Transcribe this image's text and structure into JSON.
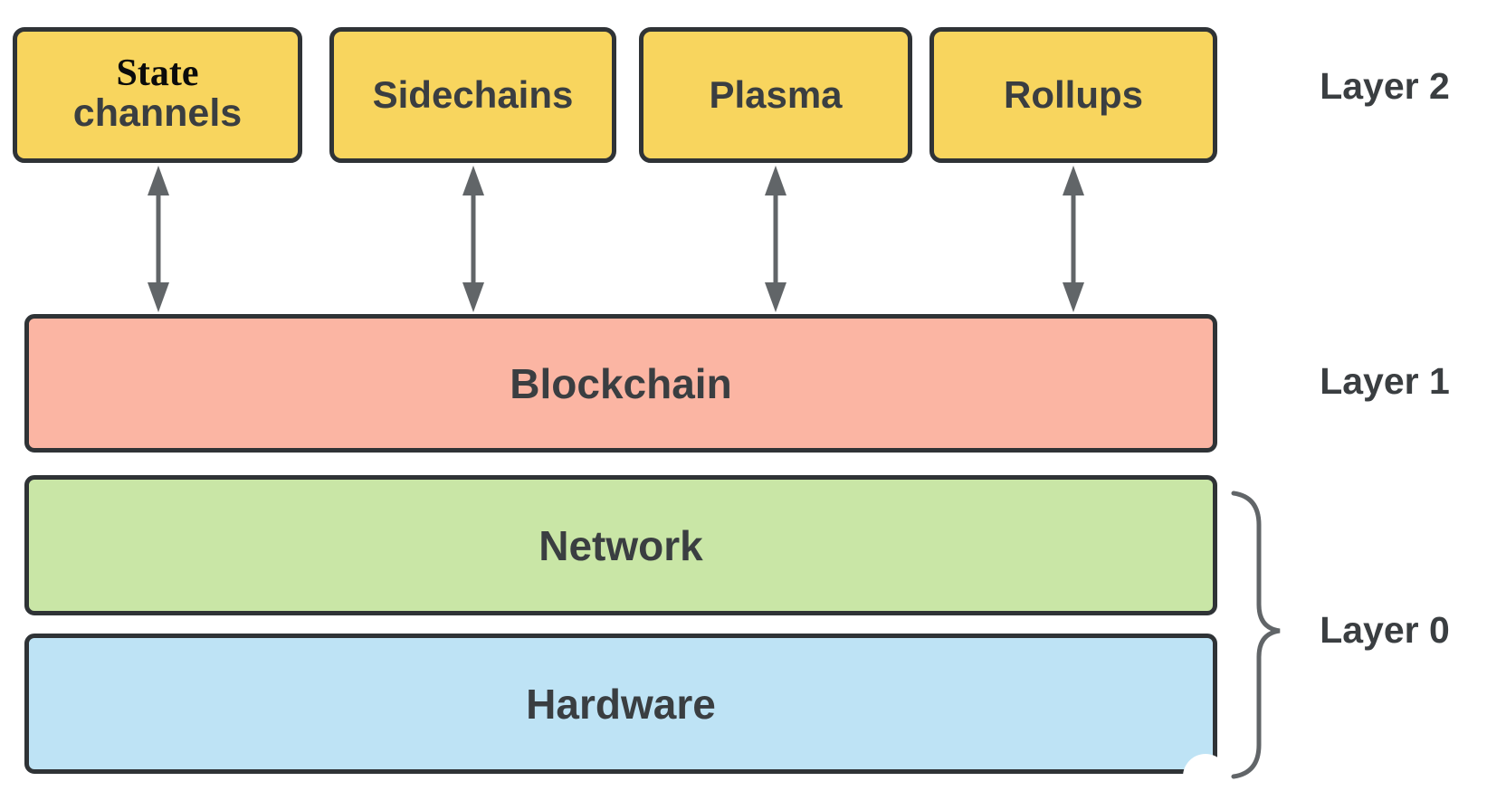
{
  "colors": {
    "box-yellow": "#F8D55E",
    "box-salmon": "#FBB5A3",
    "box-green": "#C9E6A6",
    "box-blue": "#BEE3F5",
    "box-border": "#2F3336",
    "connector-gray": "#616568",
    "label-text": "#3A3E41",
    "state-text": "#0B0B0B",
    "canvas-bg": "#FFFFFF"
  },
  "layer2": {
    "label": "Layer 2",
    "boxes": [
      {
        "line1": "State",
        "line2": "channels"
      },
      {
        "label": "Sidechains"
      },
      {
        "label": "Plasma"
      },
      {
        "label": "Rollups"
      }
    ]
  },
  "layer1": {
    "label": "Layer 1",
    "box": "Blockchain"
  },
  "layer0": {
    "label": "Layer 0",
    "boxes": [
      "Network",
      "Hardware"
    ]
  }
}
